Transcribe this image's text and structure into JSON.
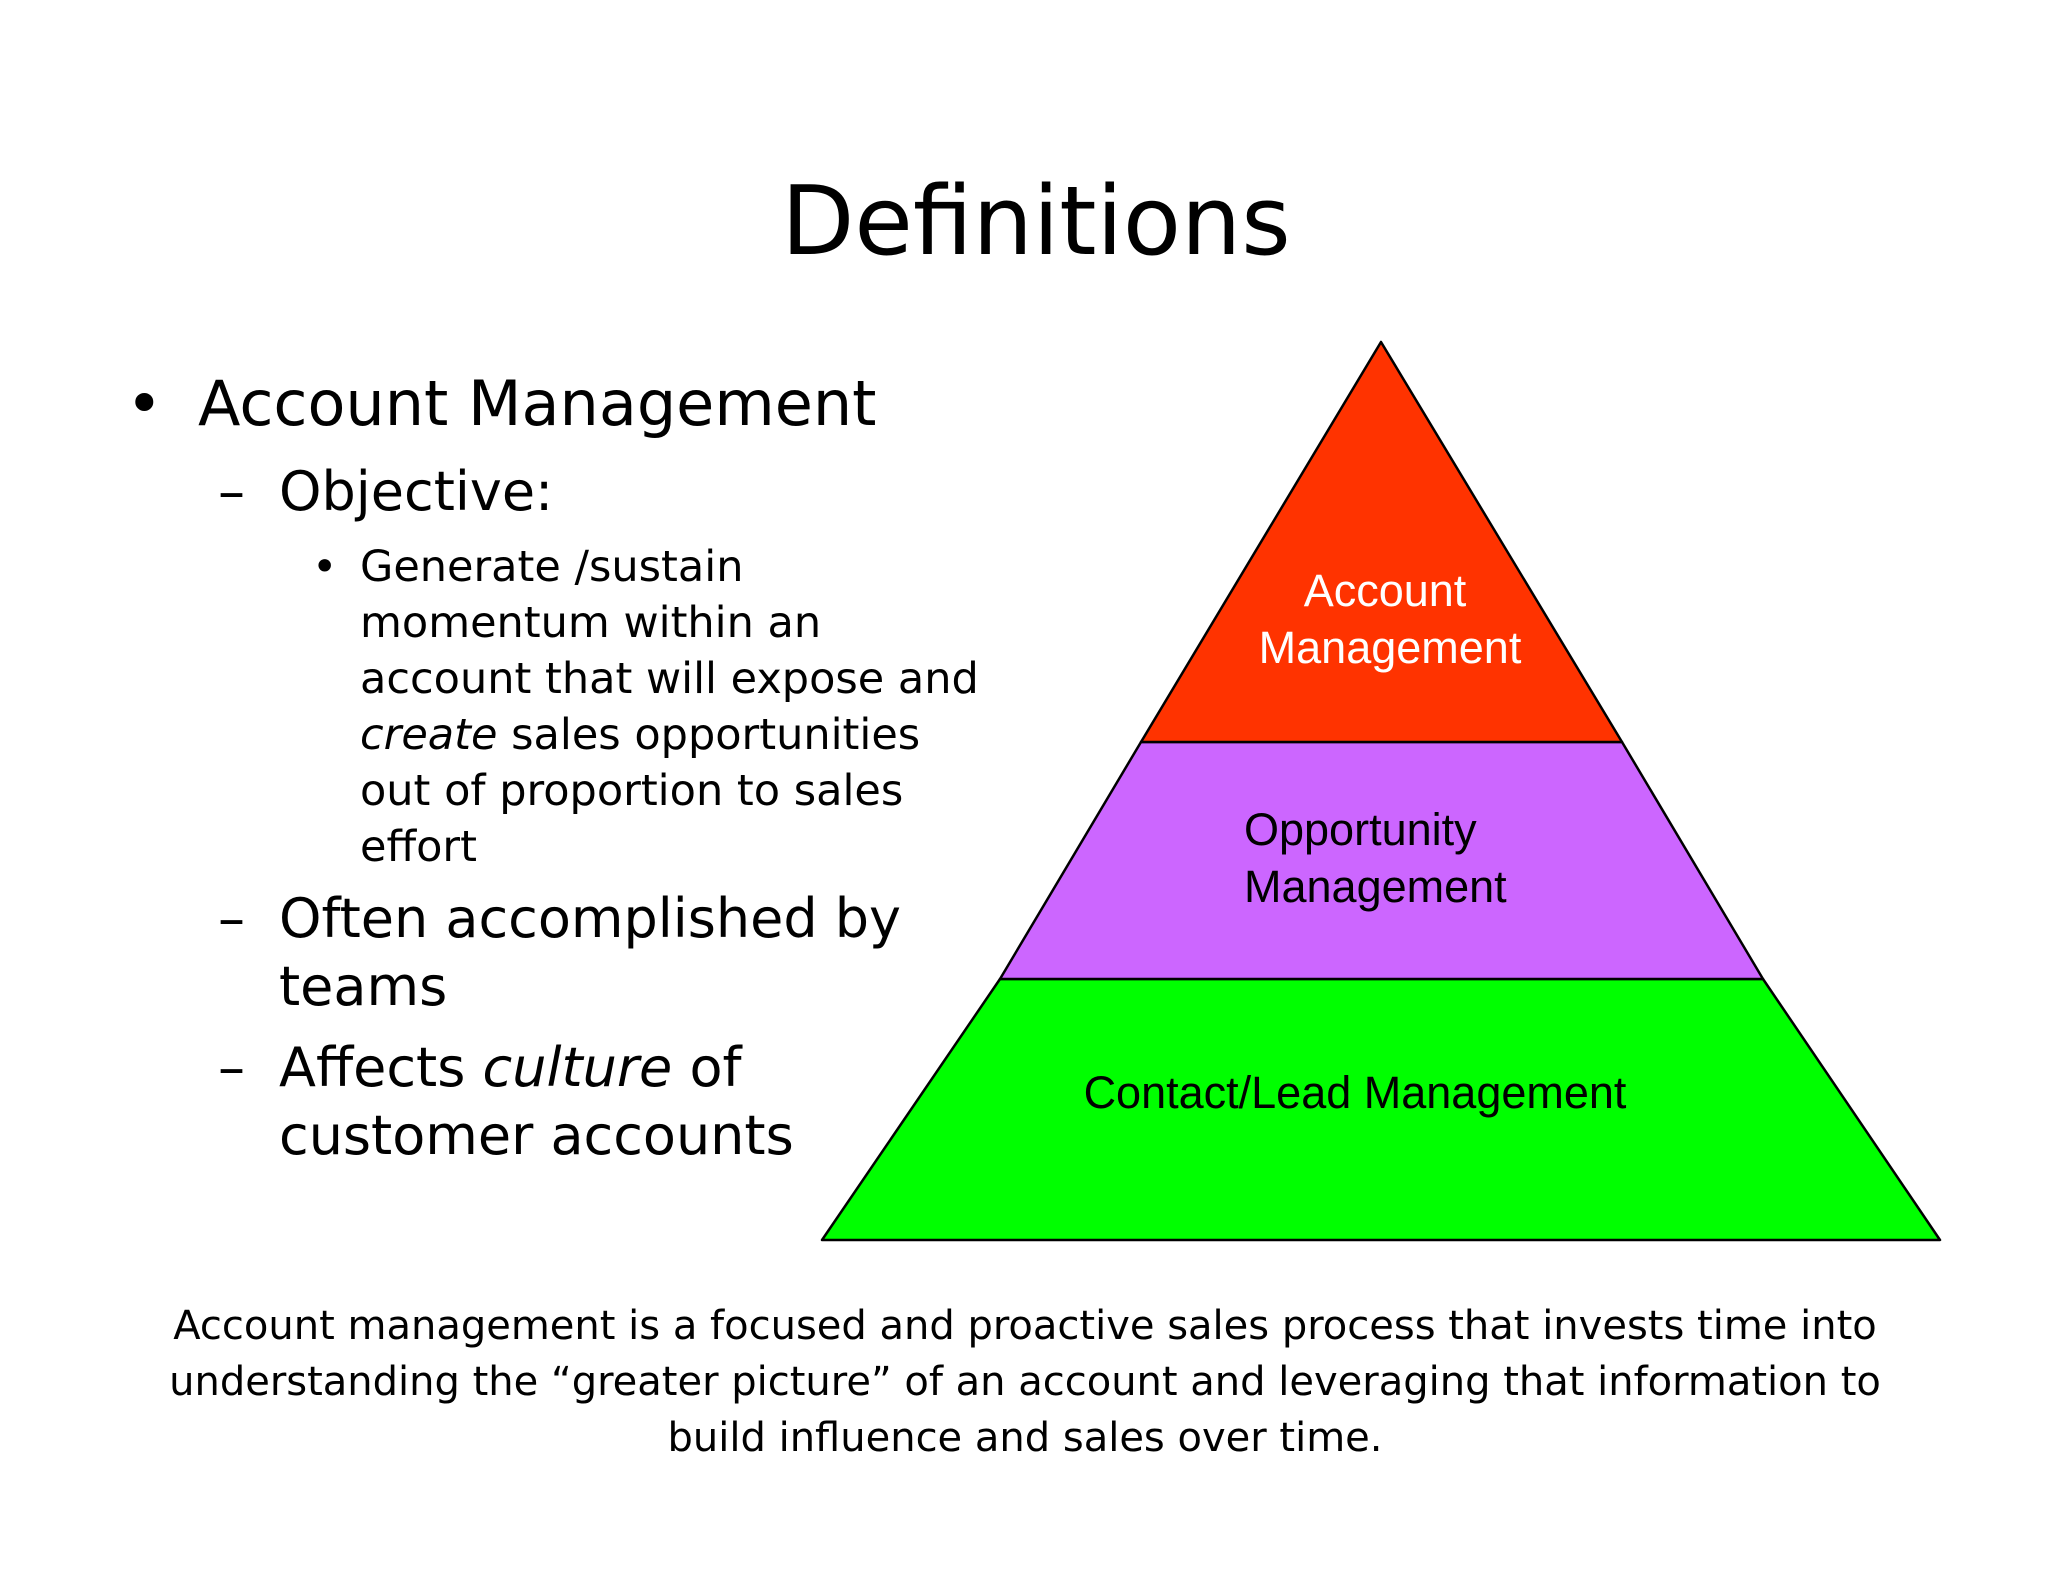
{
  "slide": {
    "title": "Definitions",
    "bullets": {
      "main": {
        "label": "Account Management"
      },
      "objective": {
        "label": "Objective:",
        "detail_lines": [
          "Generate /sustain",
          "momentum within an",
          "account that will expose and",
          "create",
          " sales opportunities",
          "out of proportion to sales",
          "effort"
        ]
      },
      "often": {
        "line1": "Often accomplished by",
        "line2": "teams"
      },
      "affects": {
        "prefix": "Affects ",
        "emphasis": "culture",
        "suffix": " of",
        "line2": "customer accounts"
      }
    },
    "pyramid": {
      "top": {
        "line1": "Account",
        "line2": "Management",
        "color": "#ff3300",
        "text_color": "#ffffff"
      },
      "middle": {
        "line1": "Opportunity",
        "line2": "Management",
        "color": "#cc66ff",
        "text_color": "#000000"
      },
      "bottom": {
        "label": "Contact/Lead Management",
        "color": "#00ff00",
        "text_color": "#000000"
      }
    },
    "footer": "Account management is a focused and proactive sales process that invests time into understanding the “greater picture” of an account and leveraging that information to build influence and sales over time."
  }
}
